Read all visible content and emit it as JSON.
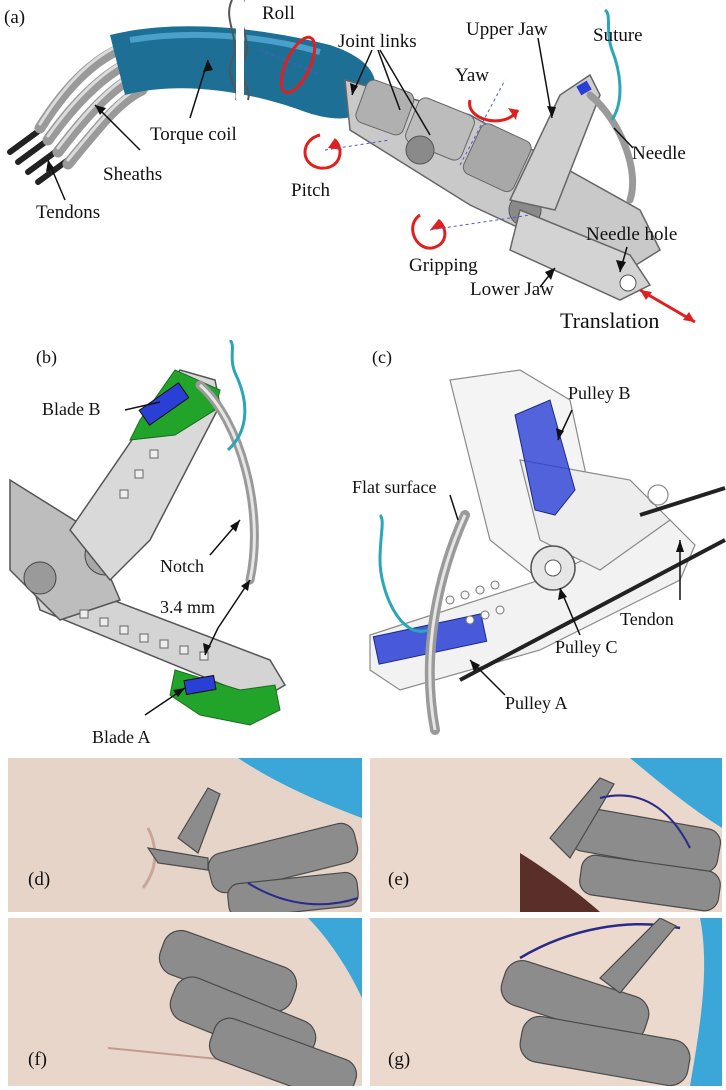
{
  "panels": {
    "a": {
      "tag": "(a)",
      "labels": {
        "roll": "Roll",
        "joint_links": "Joint links",
        "upper_jaw": "Upper Jaw",
        "suture": "Suture",
        "yaw": "Yaw",
        "torque_coil": "Torque coil",
        "needle": "Needle",
        "sheaths": "Sheaths",
        "pitch": "Pitch",
        "tendons": "Tendons",
        "needle_hole": "Needle hole",
        "gripping": "Gripping",
        "lower_jaw": "Lower Jaw",
        "translation": "Translation"
      }
    },
    "b": {
      "tag": "(b)",
      "labels": {
        "blade_b": "Blade B",
        "notch": "Notch",
        "dimension": "3.4 mm",
        "blade_a": "Blade A"
      }
    },
    "c": {
      "tag": "(c)",
      "labels": {
        "pulley_b": "Pulley B",
        "flat_surface": "Flat surface",
        "tendon": "Tendon",
        "pulley_c": "Pulley C",
        "pulley_a": "Pulley A"
      }
    },
    "photos": [
      {
        "tag": "(d)"
      },
      {
        "tag": "(e)"
      },
      {
        "tag": "(f)"
      },
      {
        "tag": "(g)"
      }
    ]
  },
  "colors": {
    "coil_blue": "#1e6f96",
    "arrow_red": "#e02020",
    "blade_blue": "#2a3fd6",
    "green_part": "#22a32a",
    "suture_teal": "#2aa6b8",
    "metal": "#b8b8b8",
    "skin": "#e9d7cc",
    "drape_blue": "#3aa7d8"
  }
}
